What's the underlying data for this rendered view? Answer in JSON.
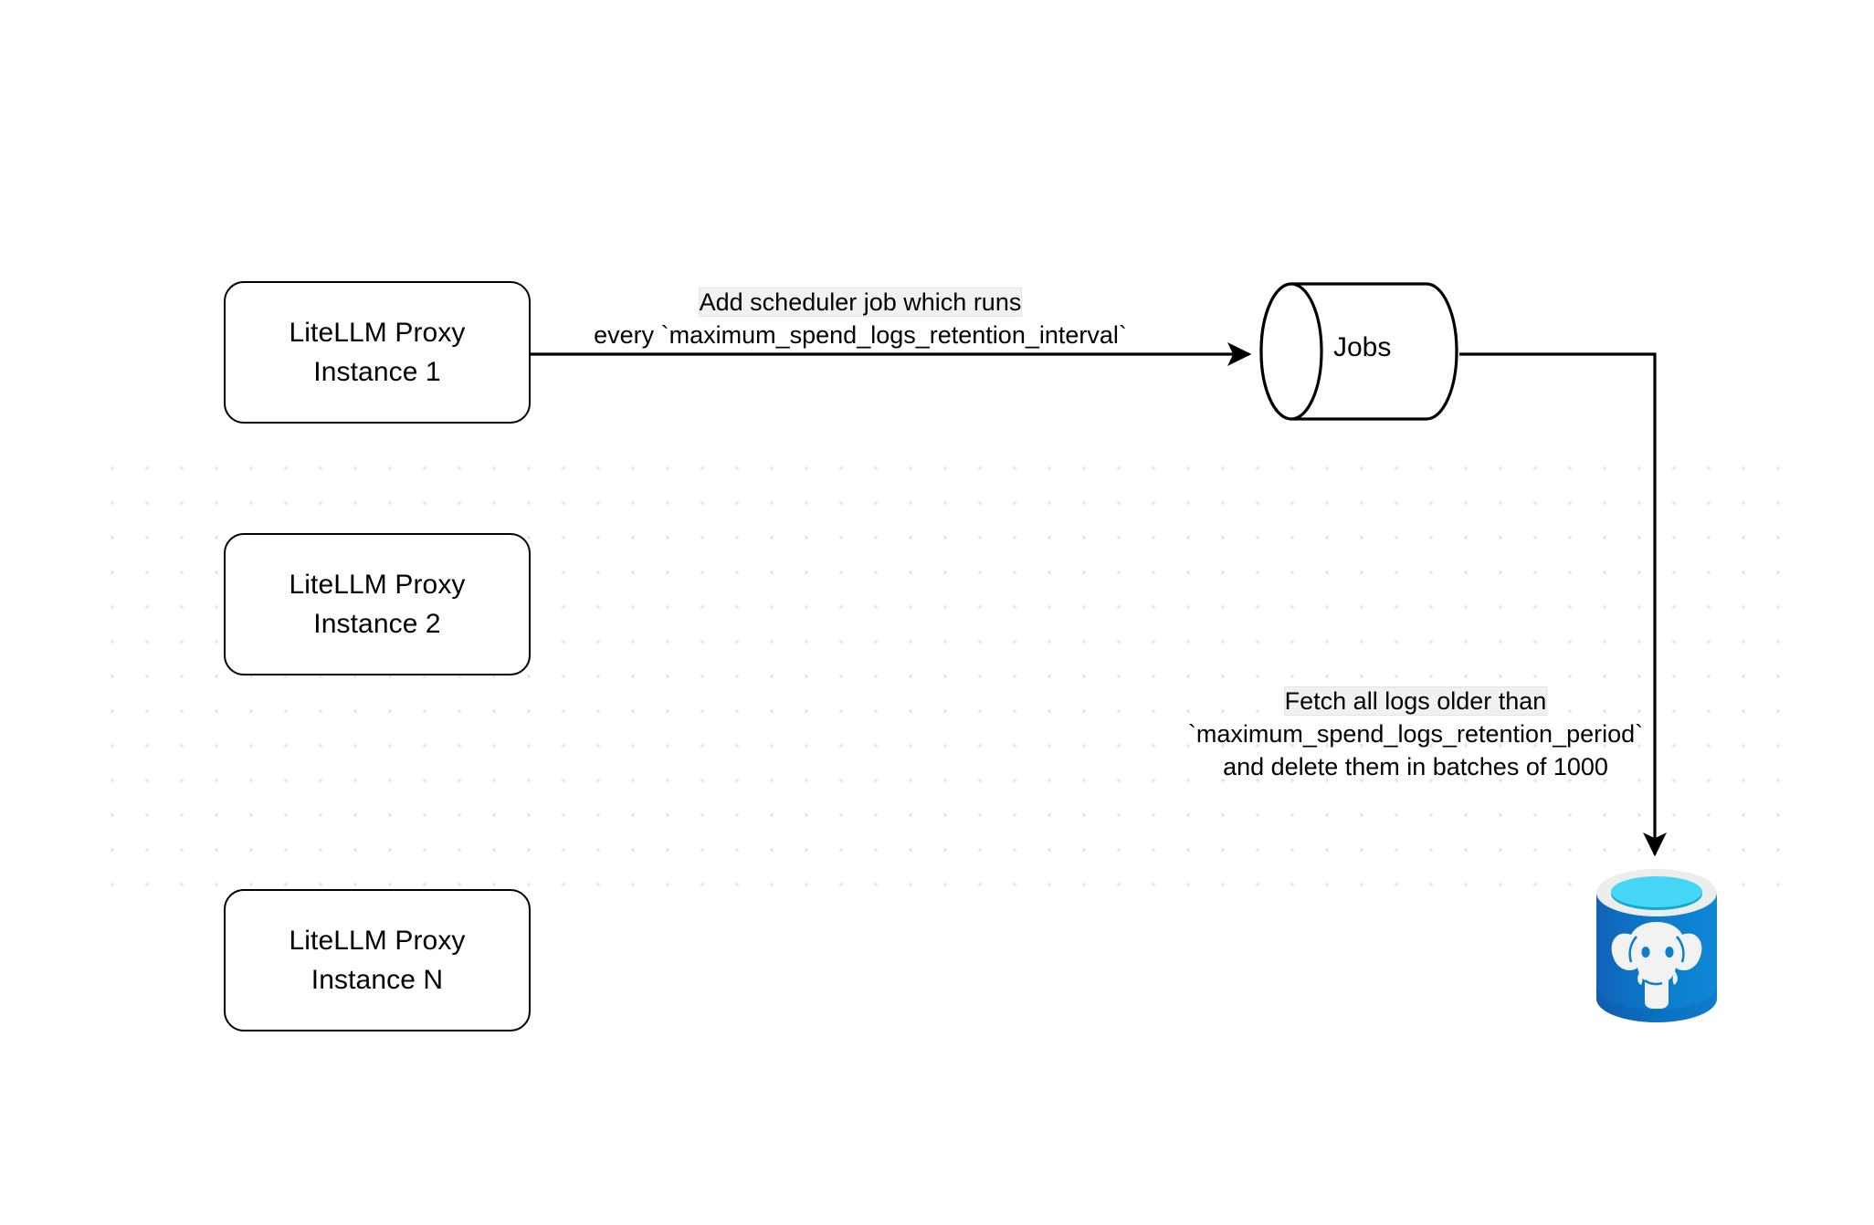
{
  "diagram": {
    "type": "flowchart",
    "background": "#ffffff",
    "grid_dot_color": "#e7e8ea",
    "stroke_color": "#000000",
    "nodes": [
      {
        "id": "proxy-1",
        "shape": "rounded-rect",
        "line1": "LiteLLM Proxy",
        "line2": "Instance 1"
      },
      {
        "id": "proxy-2",
        "shape": "rounded-rect",
        "line1": "LiteLLM Proxy",
        "line2": "Instance 2"
      },
      {
        "id": "proxy-3",
        "shape": "rounded-rect",
        "line1": "LiteLLM Proxy",
        "line2": "Instance N"
      },
      {
        "id": "jobs",
        "shape": "cylinder",
        "label": "Jobs"
      },
      {
        "id": "database",
        "shape": "postgres-db-icon",
        "label": ""
      }
    ],
    "edges": [
      {
        "id": "edge-proxy1-jobs",
        "from": "proxy-1",
        "to": "jobs",
        "label_line1": "Add scheduler job which runs",
        "label_line2": "every `maximum_spend_logs_retention_interval`",
        "highlight_text": "Add scheduler"
      },
      {
        "id": "edge-jobs-database",
        "from": "jobs",
        "to": "database",
        "label_line1": "Fetch all logs older than",
        "label_line2": "`maximum_spend_logs_retention_period`",
        "label_line3": "and delete them in batches of 1000",
        "highlight_text": "Fetch all logs older than"
      }
    ],
    "db_icon": {
      "name": "postgresql-database-icon",
      "body_color": "#0b7fce",
      "body_color_dark": "#0a5fae",
      "rim_color": "#eceded",
      "liquid_color": "#45d6f5",
      "liquid_shadow": "#11a8cf",
      "elephant_color": "#f2f2f2"
    }
  }
}
